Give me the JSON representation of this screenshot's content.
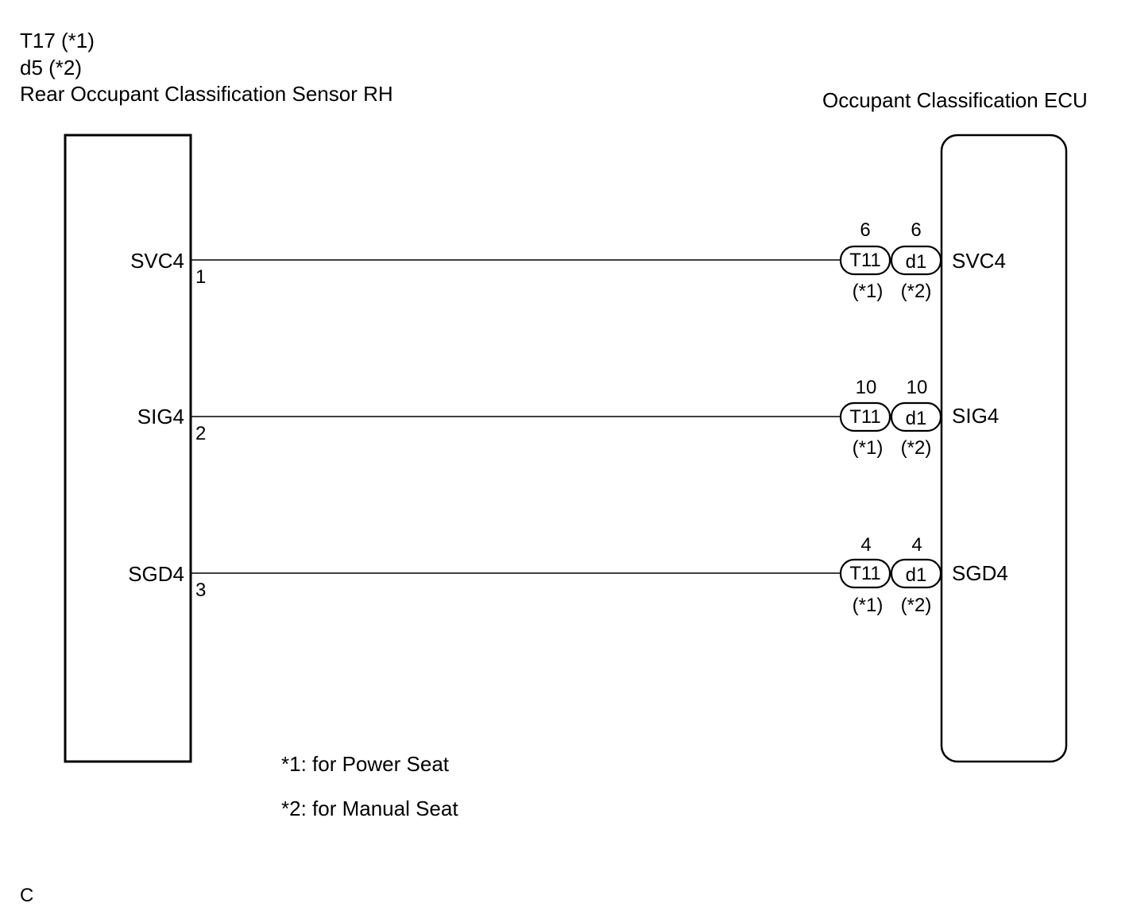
{
  "sensor": {
    "connector_1": "T17 (*1)",
    "connector_2": "d5 (*2)",
    "name": "Rear Occupant Classification Sensor RH"
  },
  "ecu": {
    "name": "Occupant Classification ECU"
  },
  "circuits": [
    {
      "sensor_label": "SVC4",
      "sensor_pin": "1",
      "t11_pin": "6",
      "d1_pin": "6",
      "ecu_label": "SVC4"
    },
    {
      "sensor_label": "SIG4",
      "sensor_pin": "2",
      "t11_pin": "10",
      "d1_pin": "10",
      "ecu_label": "SIG4"
    },
    {
      "sensor_label": "SGD4",
      "sensor_pin": "3",
      "t11_pin": "4",
      "d1_pin": "4",
      "ecu_label": "SGD4"
    }
  ],
  "connectors": {
    "t11": "T11",
    "d1": "d1",
    "t11_note": "(*1)",
    "d1_note": "(*2)"
  },
  "notes": {
    "note_1": "*1: for Power Seat",
    "note_2": "*2: for Manual Seat"
  },
  "corner_code": "C"
}
